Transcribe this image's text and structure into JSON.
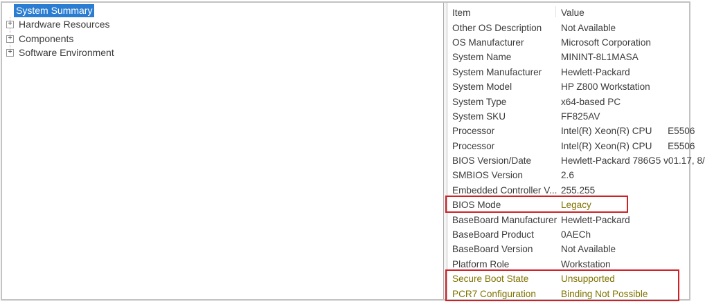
{
  "colors": {
    "selection_bg": "#2b7dd2",
    "selection_text": "#ffffff",
    "text": "#3b3b3b",
    "highlight_text": "#7f7300",
    "annotation_box": "#ce2127",
    "frame_border": "#c2c2c2"
  },
  "icons": {
    "tree_expander": "+"
  },
  "tree": {
    "items": [
      {
        "label": "System Summary",
        "selected": true,
        "expandable": false
      },
      {
        "label": "Hardware Resources",
        "selected": false,
        "expandable": true
      },
      {
        "label": "Components",
        "selected": false,
        "expandable": true
      },
      {
        "label": "Software Environment",
        "selected": false,
        "expandable": true
      }
    ]
  },
  "list": {
    "columns": [
      "Item",
      "Value"
    ],
    "rows": [
      {
        "item": "Other OS Description",
        "value": "Not Available"
      },
      {
        "item": "OS Manufacturer",
        "value": "Microsoft Corporation"
      },
      {
        "item": "System Name",
        "value": "MININT-8L1MASA"
      },
      {
        "item": "System Manufacturer",
        "value": "Hewlett-Packard"
      },
      {
        "item": "System Model",
        "value": "HP Z800 Workstation"
      },
      {
        "item": "System Type",
        "value": "x64-based PC"
      },
      {
        "item": "System SKU",
        "value": "FF825AV"
      },
      {
        "item": "Processor",
        "value": "Intel(R) Xeon(R) CPU      E5506"
      },
      {
        "item": "Processor",
        "value": "Intel(R) Xeon(R) CPU      E5506"
      },
      {
        "item": "BIOS Version/Date",
        "value": "Hewlett-Packard 786G5 v01.17, 8/"
      },
      {
        "item": "SMBIOS Version",
        "value": "2.6"
      },
      {
        "item": "Embedded Controller V...",
        "value": "255.255"
      },
      {
        "item": "BIOS Mode",
        "value": "Legacy",
        "item_highlight": false,
        "value_highlight": true
      },
      {
        "item": "BaseBoard Manufacturer",
        "value": "Hewlett-Packard"
      },
      {
        "item": "BaseBoard Product",
        "value": "0AECh"
      },
      {
        "item": "BaseBoard Version",
        "value": "Not Available"
      },
      {
        "item": "Platform Role",
        "value": "Workstation"
      },
      {
        "item": "Secure Boot State",
        "value": "Unsupported",
        "item_highlight": true,
        "value_highlight": true
      },
      {
        "item": "PCR7 Configuration",
        "value": "Binding Not Possible",
        "item_highlight": true,
        "value_highlight": true
      }
    ]
  },
  "annotations": [
    {
      "name": "bios-mode-box"
    },
    {
      "name": "secure-boot-pcr7-box"
    }
  ]
}
